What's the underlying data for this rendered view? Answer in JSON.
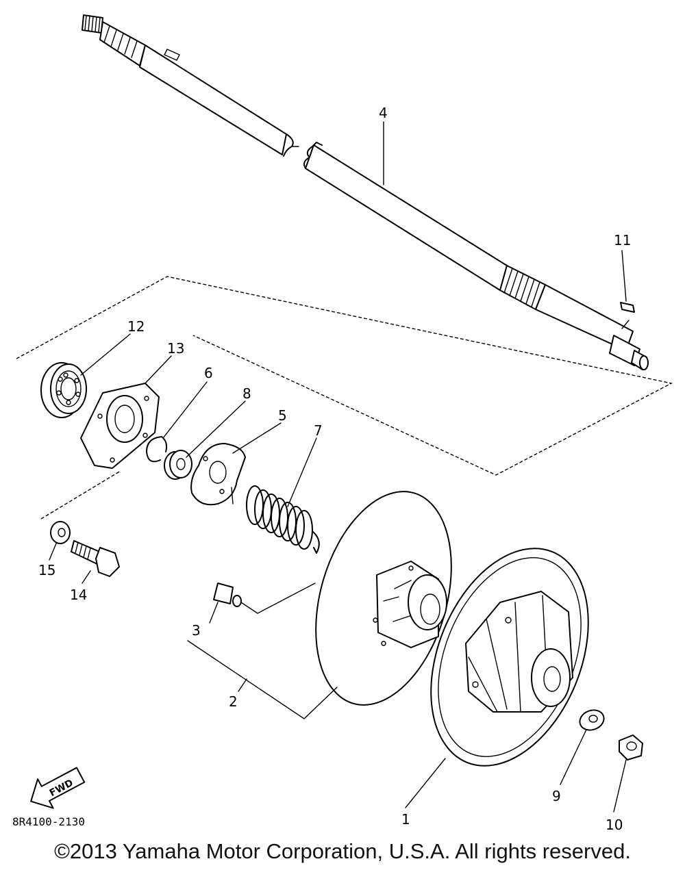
{
  "diagram": {
    "callouts": [
      {
        "id": "1",
        "label": "1"
      },
      {
        "id": "2",
        "label": "2"
      },
      {
        "id": "3",
        "label": "3"
      },
      {
        "id": "4",
        "label": "4"
      },
      {
        "id": "5",
        "label": "5"
      },
      {
        "id": "6",
        "label": "6"
      },
      {
        "id": "7",
        "label": "7"
      },
      {
        "id": "8",
        "label": "8"
      },
      {
        "id": "9",
        "label": "9"
      },
      {
        "id": "10",
        "label": "10"
      },
      {
        "id": "11",
        "label": "11"
      },
      {
        "id": "12",
        "label": "12"
      },
      {
        "id": "13",
        "label": "13"
      },
      {
        "id": "14",
        "label": "14"
      },
      {
        "id": "15",
        "label": "15"
      }
    ],
    "direction_arrow": "FWD",
    "drawing_code": "8R4100-2130"
  },
  "footer": {
    "copyright": "©2013 Yamaha Motor Corporation, U.S.A. All rights reserved."
  }
}
